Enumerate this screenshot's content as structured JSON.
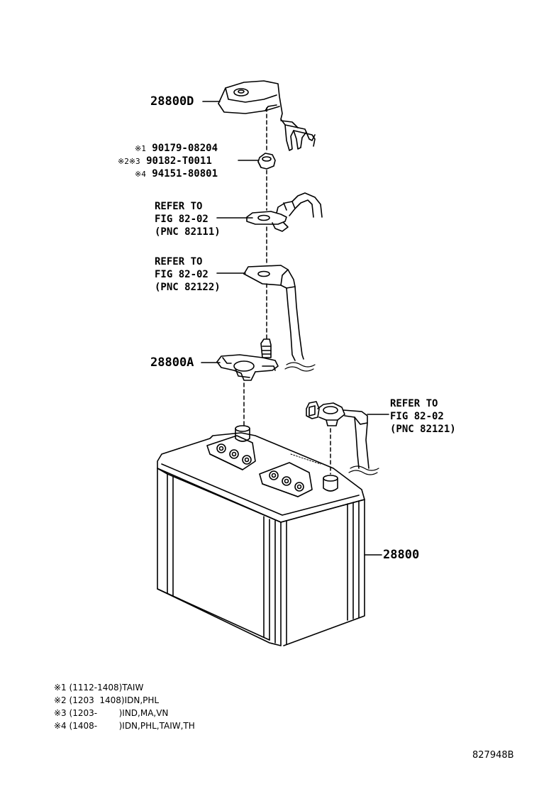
{
  "parts": {
    "cover": "28800D",
    "clamp": "28800A",
    "battery": "28800"
  },
  "fasteners": [
    {
      "marks": "※1",
      "number": "90179-08204"
    },
    {
      "marks": "※2※3",
      "number": "90182-T0011"
    },
    {
      "marks": "※4",
      "number": "94151-80801"
    }
  ],
  "references": [
    {
      "line1": "REFER TO",
      "line2": "FIG 82-02",
      "line3": "(PNC 82111)"
    },
    {
      "line1": "REFER TO",
      "line2": "FIG 82-02",
      "line3": "(PNC 82122)"
    },
    {
      "line1": "REFER TO",
      "line2": "FIG 82-02",
      "line3": "(PNC 82121)"
    }
  ],
  "notes": [
    {
      "mark": "※1",
      "text": "(1112-1408)TAIW"
    },
    {
      "mark": "※2",
      "text": "(1203  1408)IDN,PHL"
    },
    {
      "mark": "※3",
      "text": "(1203-        )IND,MA,VN"
    },
    {
      "mark": "※4",
      "text": "(1408-        )IDN,PHL,TAIW,TH"
    }
  ],
  "figure_id": "827948B"
}
